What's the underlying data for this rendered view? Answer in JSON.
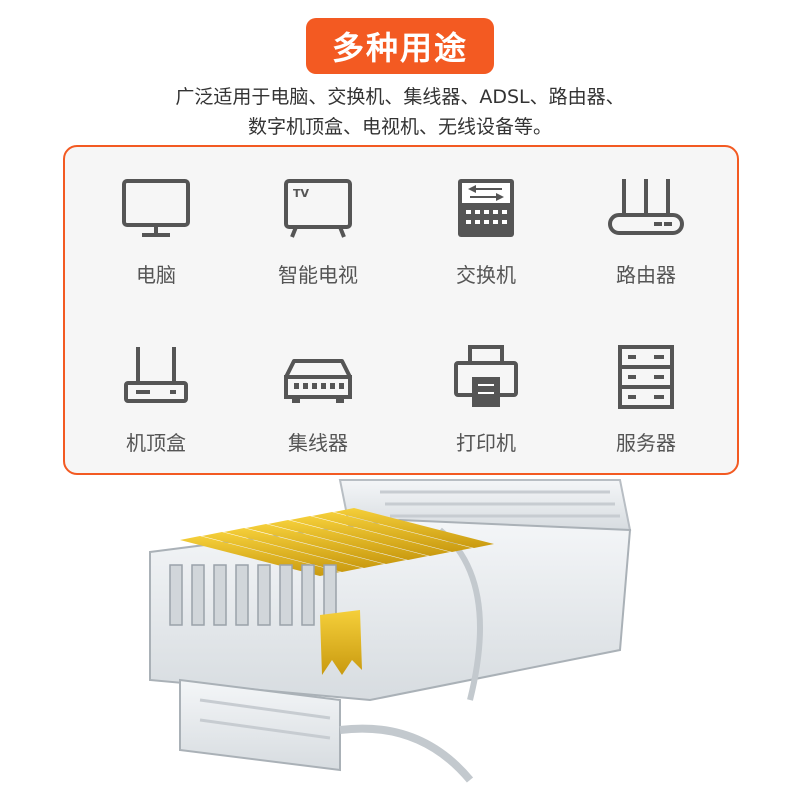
{
  "header": {
    "title": "多种用途",
    "desc_line1": "广泛适用于电脑、交换机、集线器、ADSL、路由器、",
    "desc_line2": "数字机顶盒、电视机、无线设备等。"
  },
  "devices": [
    {
      "label": "电脑",
      "icon": "computer-icon"
    },
    {
      "label": "智能电视",
      "icon": "tv-icon"
    },
    {
      "label": "交换机",
      "icon": "switch-icon"
    },
    {
      "label": "路由器",
      "icon": "router-icon"
    },
    {
      "label": "机顶盒",
      "icon": "set-top-box-icon"
    },
    {
      "label": "集线器",
      "icon": "hub-icon"
    },
    {
      "label": "打印机",
      "icon": "printer-icon"
    },
    {
      "label": "服务器",
      "icon": "server-icon"
    }
  ],
  "tv_icon_text": "TV",
  "colors": {
    "accent": "#f35a22",
    "icon": "#555555",
    "gold": "#e8b820"
  }
}
